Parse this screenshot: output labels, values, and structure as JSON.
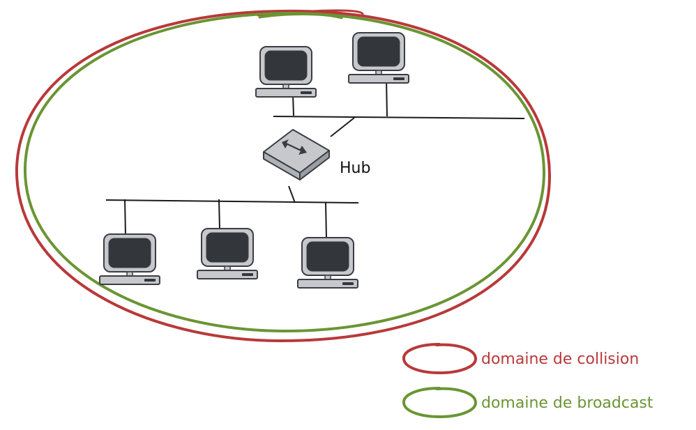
{
  "hub": {
    "label": "Hub"
  },
  "legend": {
    "items": [
      {
        "label": "domaine de collision",
        "color": "#b8393a"
      },
      {
        "label": "domaine de broadcast",
        "color": "#6a9534"
      }
    ]
  },
  "colors": {
    "collision": "#b8393a",
    "broadcast": "#6a9534",
    "computer_frame": "#c6c8cc",
    "computer_screen": "#33373b",
    "outline": "#3a3d42",
    "hub_body": "#c6c8cc",
    "line": "#1a1a1a"
  },
  "icons": {
    "computer": "computer-icon",
    "hub": "hub-icon"
  }
}
